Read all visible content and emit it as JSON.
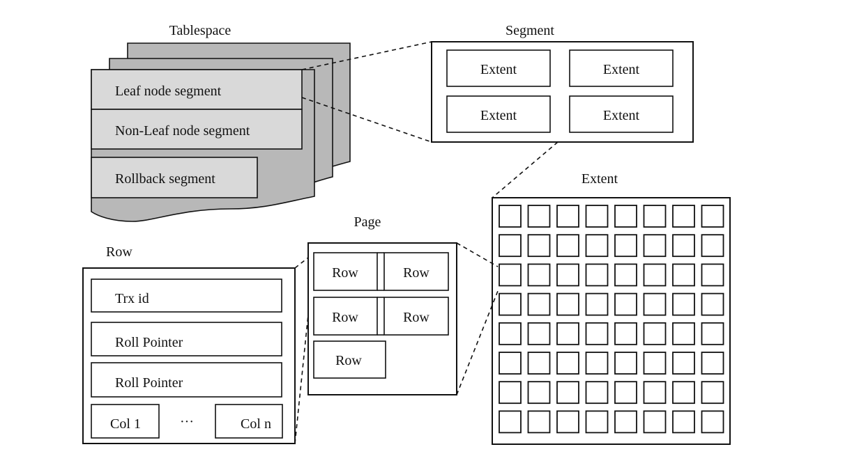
{
  "tablespace": {
    "title": "Tablespace",
    "segments": [
      "Leaf node segment",
      "Non-Leaf node segment",
      "Rollback segment"
    ]
  },
  "segment": {
    "title": "Segment",
    "extents": [
      "Extent",
      "Extent",
      "Extent",
      "Extent"
    ]
  },
  "extent": {
    "title": "Extent",
    "rows": 8,
    "cols": 8
  },
  "page": {
    "title": "Page",
    "rows": [
      "Row",
      "Row",
      "Row",
      "Row",
      "Row"
    ]
  },
  "row": {
    "title": "Row",
    "fields": [
      "Trx id",
      "Roll Pointer",
      "Roll Pointer"
    ],
    "col_first": "Col 1",
    "ellipsis": "···",
    "col_last": "Col n"
  }
}
